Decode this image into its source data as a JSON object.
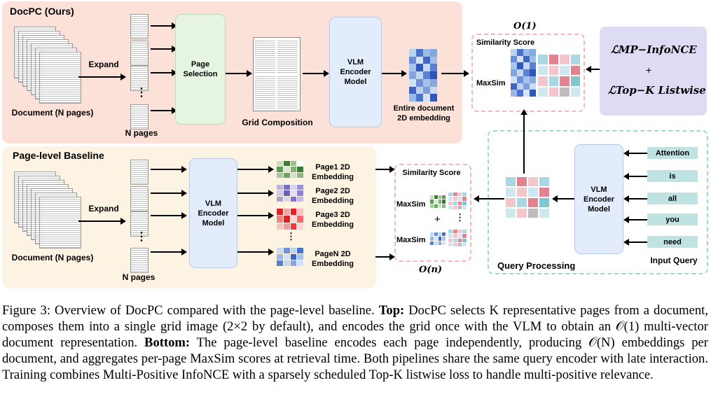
{
  "top": {
    "title": "DocPC (Ours)",
    "expand": "Expand",
    "doc_label": "Document (N pages)",
    "n_pages": "N pages",
    "dots": "⋮",
    "page_selection": "Page\nSelection",
    "grid_composition": "Grid Composition",
    "vlm": "VLM\nEncoder\nModel",
    "entire_doc": "Entire document\n2D embedding"
  },
  "similarity": {
    "o1": "O(1)",
    "title": "Similarity Score",
    "maxsim": "MaxSim"
  },
  "loss": {
    "l1": "ℒMP−InfoNCE",
    "plus": "+",
    "l2": "ℒTop−K Listwise"
  },
  "bottom": {
    "title": "Page-level Baseline",
    "expand": "Expand",
    "doc_label": "Document (N pages)",
    "n_pages": "N pages",
    "dots": "⋮",
    "vlm": "VLM\nEncoder\nModel",
    "page1": "Page1 2D\nEmbedding",
    "page2": "Page2 2D\nEmbedding",
    "page3": "Page3 2D\nEmbedding",
    "pageN": "PageN 2D\nEmbedding",
    "sim_title": "Similarity Score",
    "maxsim1": "MaxSim",
    "maxsim2": "MaxSim",
    "plus": "+",
    "vdots": "⋮",
    "on": "O(n)"
  },
  "query": {
    "title": "Query Processing",
    "vlm": "VLM\nEncoder\nModel",
    "input_label": "Input Query",
    "tokens": [
      "Attention",
      "is",
      "all",
      "you",
      "need"
    ]
  },
  "caption": {
    "fig": "Figure 3: Overview of DocPC compared with the page-level baseline. ",
    "top_b": "Top:",
    "top_t": " DocPC selects K representative pages from a document, composes them into a single grid image (2×2 by default), and encodes the grid once with the VLM to obtain an 𝒪(1) multi-vector document representation. ",
    "bot_b": "Bottom:",
    "bot_t": " The page-level baseline encodes each page independently, producing 𝒪(N) embeddings per document, and aggregates per-page MaxSim scores at retrieval time. Both pipelines share the same query encoder with late interaction. Training combines Multi-Positive InfoNCE with a sparsely scheduled Top-K listwise loss to handle multi-positive relevance."
  },
  "colors": {
    "top_bg": "#fbe1d7",
    "bottom_bg": "#fdf3e3",
    "loss_bg": "#dedcf5",
    "token_bg": "#bfe3e3"
  }
}
